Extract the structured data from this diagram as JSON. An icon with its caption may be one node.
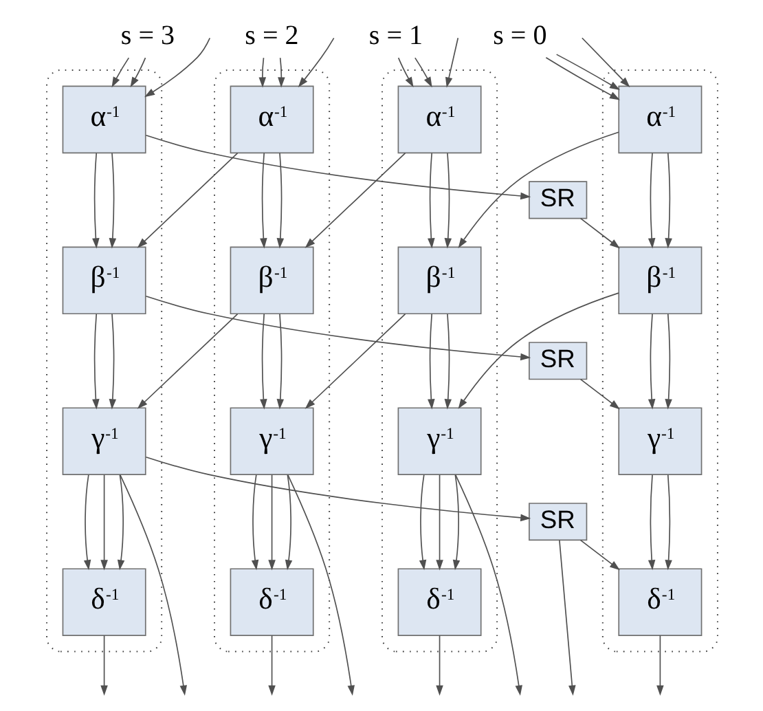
{
  "diagram": {
    "nodes": [
      {
        "text": [
          "s = 3"
        ]
      },
      {
        "text": [
          "s = 2"
        ]
      },
      {
        "text": [
          "s = 1"
        ]
      },
      {
        "text": [
          "s = 0"
        ]
      },
      {
        "text": [],
        "shape": "cylinder"
      },
      {
        "text": [
          "α$^{-1}$"
        ],
        "in": 4
      },
      {
        "text": [
          "β$^{-1}$"
        ],
        "in": 4
      },
      {
        "text": [
          "γ$^{-1}$"
        ],
        "in": 4
      },
      {
        "text": [
          "δ$^{-1}$"
        ],
        "in": 4
      },
      {
        "text": [],
        "shape": "cylinder"
      },
      {
        "text": [
          "α$^{-1}$"
        ],
        "in": 9
      },
      {
        "text": [
          "β$^{-1}$"
        ],
        "in": 9
      },
      {
        "text": [
          "γ$^{-1}$"
        ],
        "in": 9
      },
      {
        "text": [
          "δ$^{-1}$"
        ],
        "in": 9
      },
      {
        "text": [],
        "shape": "cylinder"
      },
      {
        "text": [
          "α$^{-1}$"
        ],
        "in": 14
      },
      {
        "text": [
          "β$^{-1}$"
        ],
        "in": 14
      },
      {
        "text": [
          "γ$^{-1}$"
        ],
        "in": 14
      },
      {
        "text": [
          "δ$^{-1}$"
        ],
        "in": 14
      },
      {
        "text": [],
        "shape": "cylinder"
      },
      {
        "text": [
          "α$^{-1}$"
        ],
        "in": 19
      },
      {
        "text": [
          "β$^{-1}$"
        ],
        "in": 19
      },
      {
        "text": [
          "γ$^{-1}$"
        ],
        "in": 19
      },
      {
        "text": [
          "δ$^{-1}$"
        ],
        "in": 19
      },
      {
        "text": [
          "SR"
        ]
      },
      {
        "text": [
          "SR"
        ]
      },
      {
        "text": [
          "SR"
        ]
      }
    ],
    "edges": [
      {
        "from": 0,
        "to": 5,
        "arrow": "to"
      },
      {
        "from": 0,
        "to": 5,
        "arrow": "to"
      },
      {
        "from": 1,
        "to": 10,
        "arrow": "to"
      },
      {
        "from": 1,
        "to": 10,
        "arrow": "to"
      },
      {
        "from": 2,
        "to": 15,
        "arrow": "to"
      },
      {
        "from": 2,
        "to": 15,
        "arrow": "to"
      },
      {
        "from": 3,
        "to": 20,
        "arrow": "to"
      },
      {
        "from": 3,
        "to": 20,
        "arrow": "to"
      },
      {
        "from": null,
        "to": 5,
        "arrow": "to"
      },
      {
        "from": null,
        "to": 10,
        "arrow": "to"
      },
      {
        "from": null,
        "to": 15,
        "arrow": "to"
      },
      {
        "from": null,
        "to": 20,
        "arrow": "to"
      },
      {
        "from": 5,
        "to": 6,
        "arrow": "to"
      },
      {
        "from": 5,
        "to": 6,
        "arrow": "to"
      },
      {
        "from": 10,
        "to": 11,
        "arrow": "to"
      },
      {
        "from": 10,
        "to": 11,
        "arrow": "to"
      },
      {
        "from": 15,
        "to": 16,
        "arrow": "to"
      },
      {
        "from": 15,
        "to": 16,
        "arrow": "to"
      },
      {
        "from": 20,
        "to": 21,
        "arrow": "to"
      },
      {
        "from": 20,
        "to": 21,
        "arrow": "to"
      },
      {
        "from": 5,
        "to": 24,
        "arrow": "to"
      },
      {
        "from": 24,
        "to": 21,
        "arrow": "to"
      },
      {
        "from": 10,
        "to": 6,
        "arrow": "to"
      },
      {
        "from": 15,
        "to": 11,
        "arrow": "to"
      },
      {
        "from": 20,
        "to": 16,
        "arrow": "to"
      },
      {
        "from": 6,
        "to": 7,
        "arrow": "to"
      },
      {
        "from": 6,
        "to": 7,
        "arrow": "to"
      },
      {
        "from": 11,
        "to": 12,
        "arrow": "to"
      },
      {
        "from": 11,
        "to": 12,
        "arrow": "to"
      },
      {
        "from": 16,
        "to": 17,
        "arrow": "to"
      },
      {
        "from": 16,
        "to": 17,
        "arrow": "to"
      },
      {
        "from": 21,
        "to": 22,
        "arrow": "to"
      },
      {
        "from": 21,
        "to": 22,
        "arrow": "to"
      },
      {
        "from": 6,
        "to": 25,
        "arrow": "to"
      },
      {
        "from": 25,
        "to": 22,
        "arrow": "to"
      },
      {
        "from": 11,
        "to": 7,
        "arrow": "to"
      },
      {
        "from": 16,
        "to": 12,
        "arrow": "to"
      },
      {
        "from": 21,
        "to": 17,
        "arrow": "to"
      },
      {
        "from": 7,
        "to": 8,
        "arrow": "to"
      },
      {
        "from": 7,
        "to": 8,
        "arrow": "to"
      },
      {
        "from": 12,
        "to": 13,
        "arrow": "to"
      },
      {
        "from": 12,
        "to": 13,
        "arrow": "to"
      },
      {
        "from": 17,
        "to": 18,
        "arrow": "to"
      },
      {
        "from": 17,
        "to": 18,
        "arrow": "to"
      },
      {
        "from": 22,
        "to": 23,
        "arrow": "to"
      },
      {
        "from": 22,
        "to": 23,
        "arrow": "to"
      },
      {
        "from": 7,
        "to": 26,
        "arrow": "to"
      },
      {
        "from": 26,
        "to": 23,
        "arrow": "to"
      },
      {
        "from": 7,
        "to": 8,
        "arrow": "to"
      },
      {
        "from": 12,
        "to": 13,
        "arrow": "to"
      },
      {
        "from": 17,
        "to": 18,
        "arrow": "to"
      },
      {
        "from": 7,
        "to": null,
        "arrow": "to"
      },
      {
        "from": 12,
        "to": null,
        "arrow": "to"
      },
      {
        "from": 17,
        "to": null,
        "arrow": "to"
      },
      {
        "from": 26,
        "to": null,
        "arrow": "to"
      },
      {
        "from": 8,
        "to": null,
        "arrow": "to"
      },
      {
        "from": 13,
        "to": null,
        "arrow": "to"
      },
      {
        "from": 18,
        "to": null,
        "arrow": "to"
      },
      {
        "from": 23,
        "to": null,
        "arrow": "to"
      }
    ]
  }
}
